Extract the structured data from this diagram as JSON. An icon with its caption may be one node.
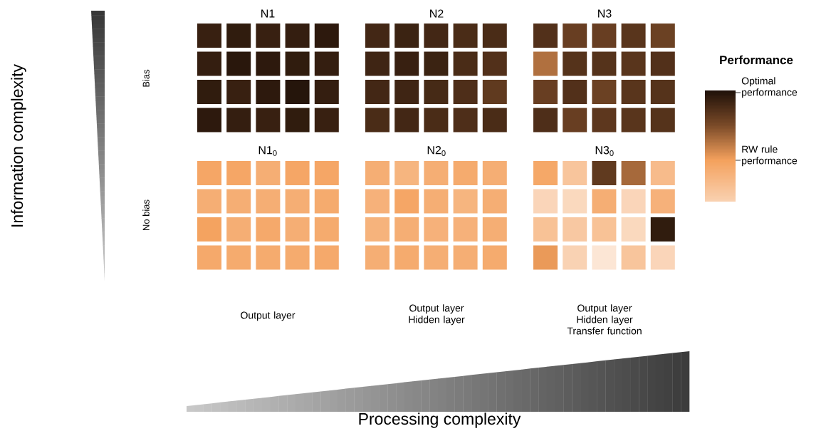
{
  "diagram": {
    "labels": [
      "N1",
      "N2",
      "N3",
      "Information complexity",
      "Performance",
      "Bias",
      "Optimal performance",
      "N1$_{0}$",
      "N2$_{0}$",
      "N3$_{0}$",
      "RW rule performance",
      "No bias",
      "Output layer",
      "Output layer Hidden layer",
      "Output layer Hidden layer Transfer function",
      "Processing complexity"
    ]
  }
}
